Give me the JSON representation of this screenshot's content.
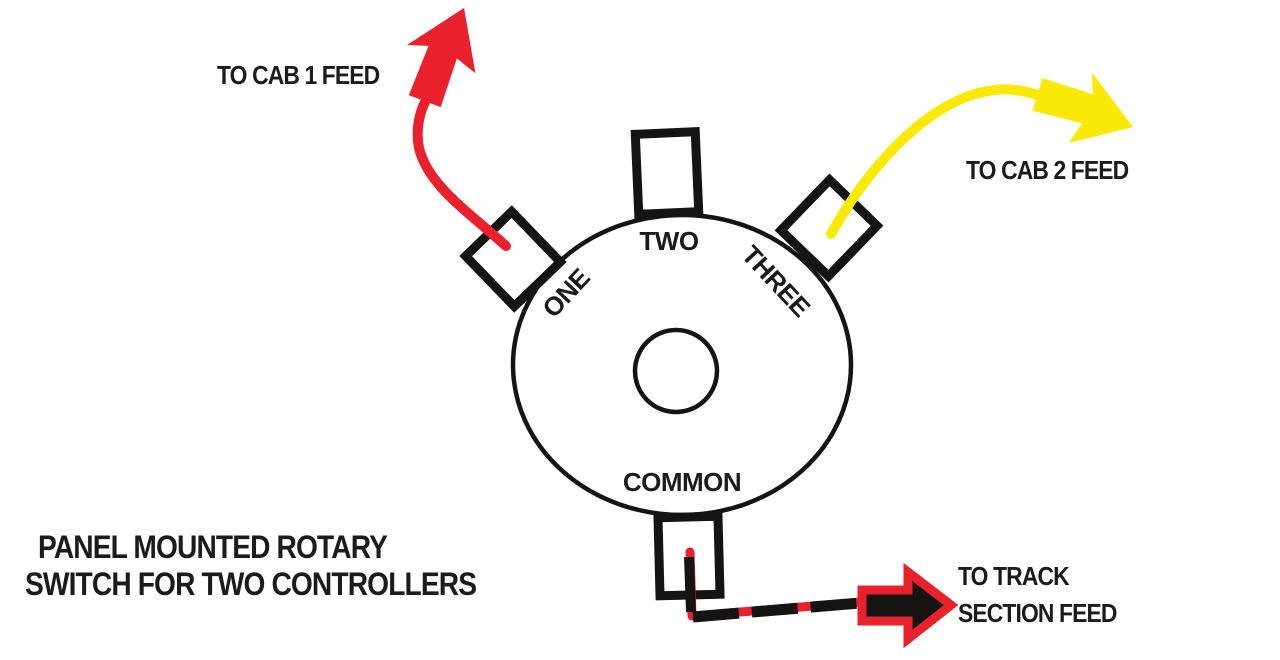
{
  "diagram": {
    "caption_line1": "PANEL MOUNTED ROTARY",
    "caption_line2": "SWITCH FOR TWO CONTROLLERS"
  },
  "terminals": {
    "one": "ONE",
    "two": "TWO",
    "three": "THREE",
    "common": "COMMON"
  },
  "annotations": {
    "cab1_feed": "TO CAB 1 FEED",
    "cab2_feed": "TO CAB 2 FEED",
    "track_feed_line1": "TO TRACK",
    "track_feed_line2": "SECTION FEED"
  },
  "colors": {
    "cab1_wire_red": "#e8212d",
    "cab2_wire_yellow": "#fae805",
    "wire_black": "#161412",
    "text_black": "#1d1b1a",
    "background": "#ffffff"
  }
}
